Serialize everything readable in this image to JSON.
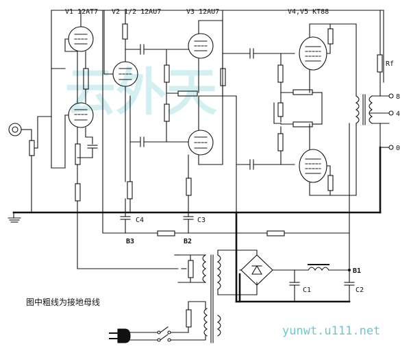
{
  "tubes": {
    "v1": "V1 12AT7",
    "v2": "V2 1/2 12AU7",
    "v3": "V3 12AU7",
    "v45": "V4,V5 KT88"
  },
  "components": {
    "rf": "Rf",
    "c4": "C4",
    "c3": "C3",
    "c1": "C1",
    "c2": "C2",
    "b1": "B1",
    "b2": "B2",
    "b3": "B3"
  },
  "outputs": [
    "8",
    "4",
    "0"
  ],
  "note": "图中粗线为接地母线",
  "watermark": "云外天",
  "url": "yunwt.u111.net"
}
